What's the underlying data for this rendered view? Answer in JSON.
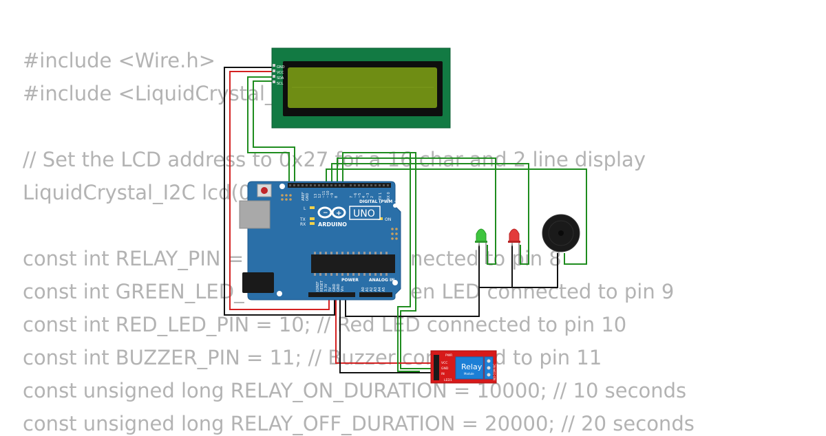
{
  "code_lines": [
    "#include <Wire.h>",
    "#include <LiquidCrystal_",
    "",
    "// Set the LCD address to 0x27 for a 16 char and 2 line display",
    "LiquidCrystal_I2C lcd(0",
    "",
    "const int RELAY_PIN = ",
    "const int GREEN_LED_",
    "const int RED_LED_PIN = 10; // Red LED connected to pin 10",
    "const int BUZZER_PIN = 11; // Buzzer connected to pin 11",
    "const unsigned long RELAY_ON_DURATION = 10000; // 10 seconds",
    "const unsigned long RELAY_OFF_DURATION = 20000; // 20 seconds"
  ],
  "code_fragments": {
    "relay_pin_tail": "nected to pin 8",
    "green_led_tail": "en LED connected to pin 9"
  },
  "lcd": {
    "pins": [
      "GND",
      "VCC",
      "SDA",
      "SCL"
    ]
  },
  "arduino": {
    "model": "UNO",
    "brand": "ARDUINO",
    "digital_header": "DIGITAL (PWM ~)",
    "power_header": "POWER",
    "analog_header": "ANALOG IN",
    "aref_label": "AREF",
    "gnd_label": "GND",
    "led_l": "L",
    "led_tx": "TX",
    "led_rx": "RX",
    "on_label": "ON",
    "power_pins": [
      "IOREF",
      "RESET",
      "3.3V",
      "5V",
      "GND",
      "GND",
      "Vin"
    ],
    "analog_pins": [
      "A0",
      "A1",
      "A2",
      "A3",
      "A4",
      "A5"
    ],
    "digital_pins": [
      "13",
      "12",
      "~11",
      "~10",
      "~9",
      "8",
      "7",
      "~6",
      "~5",
      "4",
      "~3",
      "2",
      "TX 1",
      "RX 0"
    ]
  },
  "relay": {
    "label": "Relay",
    "sublabel": "Module",
    "pins": [
      "PWR",
      "VCC",
      "GND",
      "IN",
      "LED1"
    ],
    "terminals": "NO COM NC"
  },
  "colors": {
    "code_text": "#b3b3b3",
    "wire_green": "#1e8c1e",
    "wire_red": "#d42020",
    "wire_black": "#111111",
    "board_blue": "#2a6fa8",
    "lcd_pcb": "#127a43",
    "lcd_screen": "#6f8d14",
    "relay_red": "#d71a1a",
    "relay_blue": "#1c7fd6",
    "led_green": "#3fc53f",
    "led_red": "#e33b3b"
  }
}
